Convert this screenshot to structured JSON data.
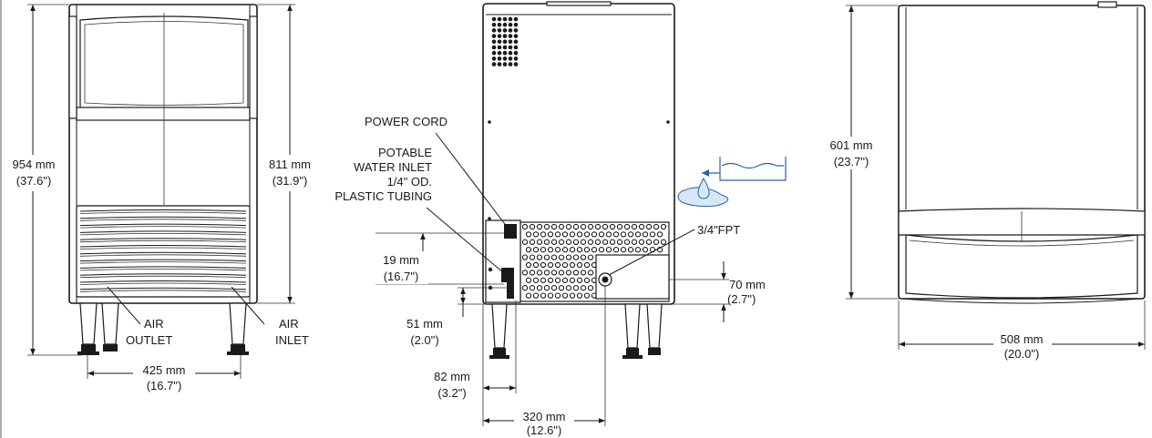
{
  "front_view": {
    "height_overall": {
      "mm": "954 mm",
      "in": "(37.6\")"
    },
    "height_cabinet": {
      "mm": "811 mm",
      "in": "(31.9\")"
    },
    "width_legs": {
      "mm": "425 mm",
      "in": "(16.7\")"
    },
    "air_outlet": [
      "AIR",
      "OUTLET"
    ],
    "air_inlet": [
      "AIR",
      "INLET"
    ]
  },
  "rear_view": {
    "power_cord": "POWER CORD",
    "water_inlet": [
      "POTABLE",
      "WATER INLET",
      "1/4\" OD.",
      "PLASTIC TUBING"
    ],
    "drain": "3/4\"FPT",
    "dim_19": {
      "mm": "19 mm",
      "in": "(16.7\")"
    },
    "dim_51": {
      "mm": "51 mm",
      "in": "(2.0\")"
    },
    "dim_82": {
      "mm": "82 mm",
      "in": "(3.2\")"
    },
    "dim_320": {
      "mm": "320 mm",
      "in": "(12.6\")"
    },
    "dim_70": {
      "mm": "70 mm",
      "in": "(2.7\")"
    }
  },
  "side_view": {
    "height": {
      "mm": "601 mm",
      "in": "(23.7\")"
    },
    "depth": {
      "mm": "508 mm",
      "in": "(20.0\")"
    }
  }
}
